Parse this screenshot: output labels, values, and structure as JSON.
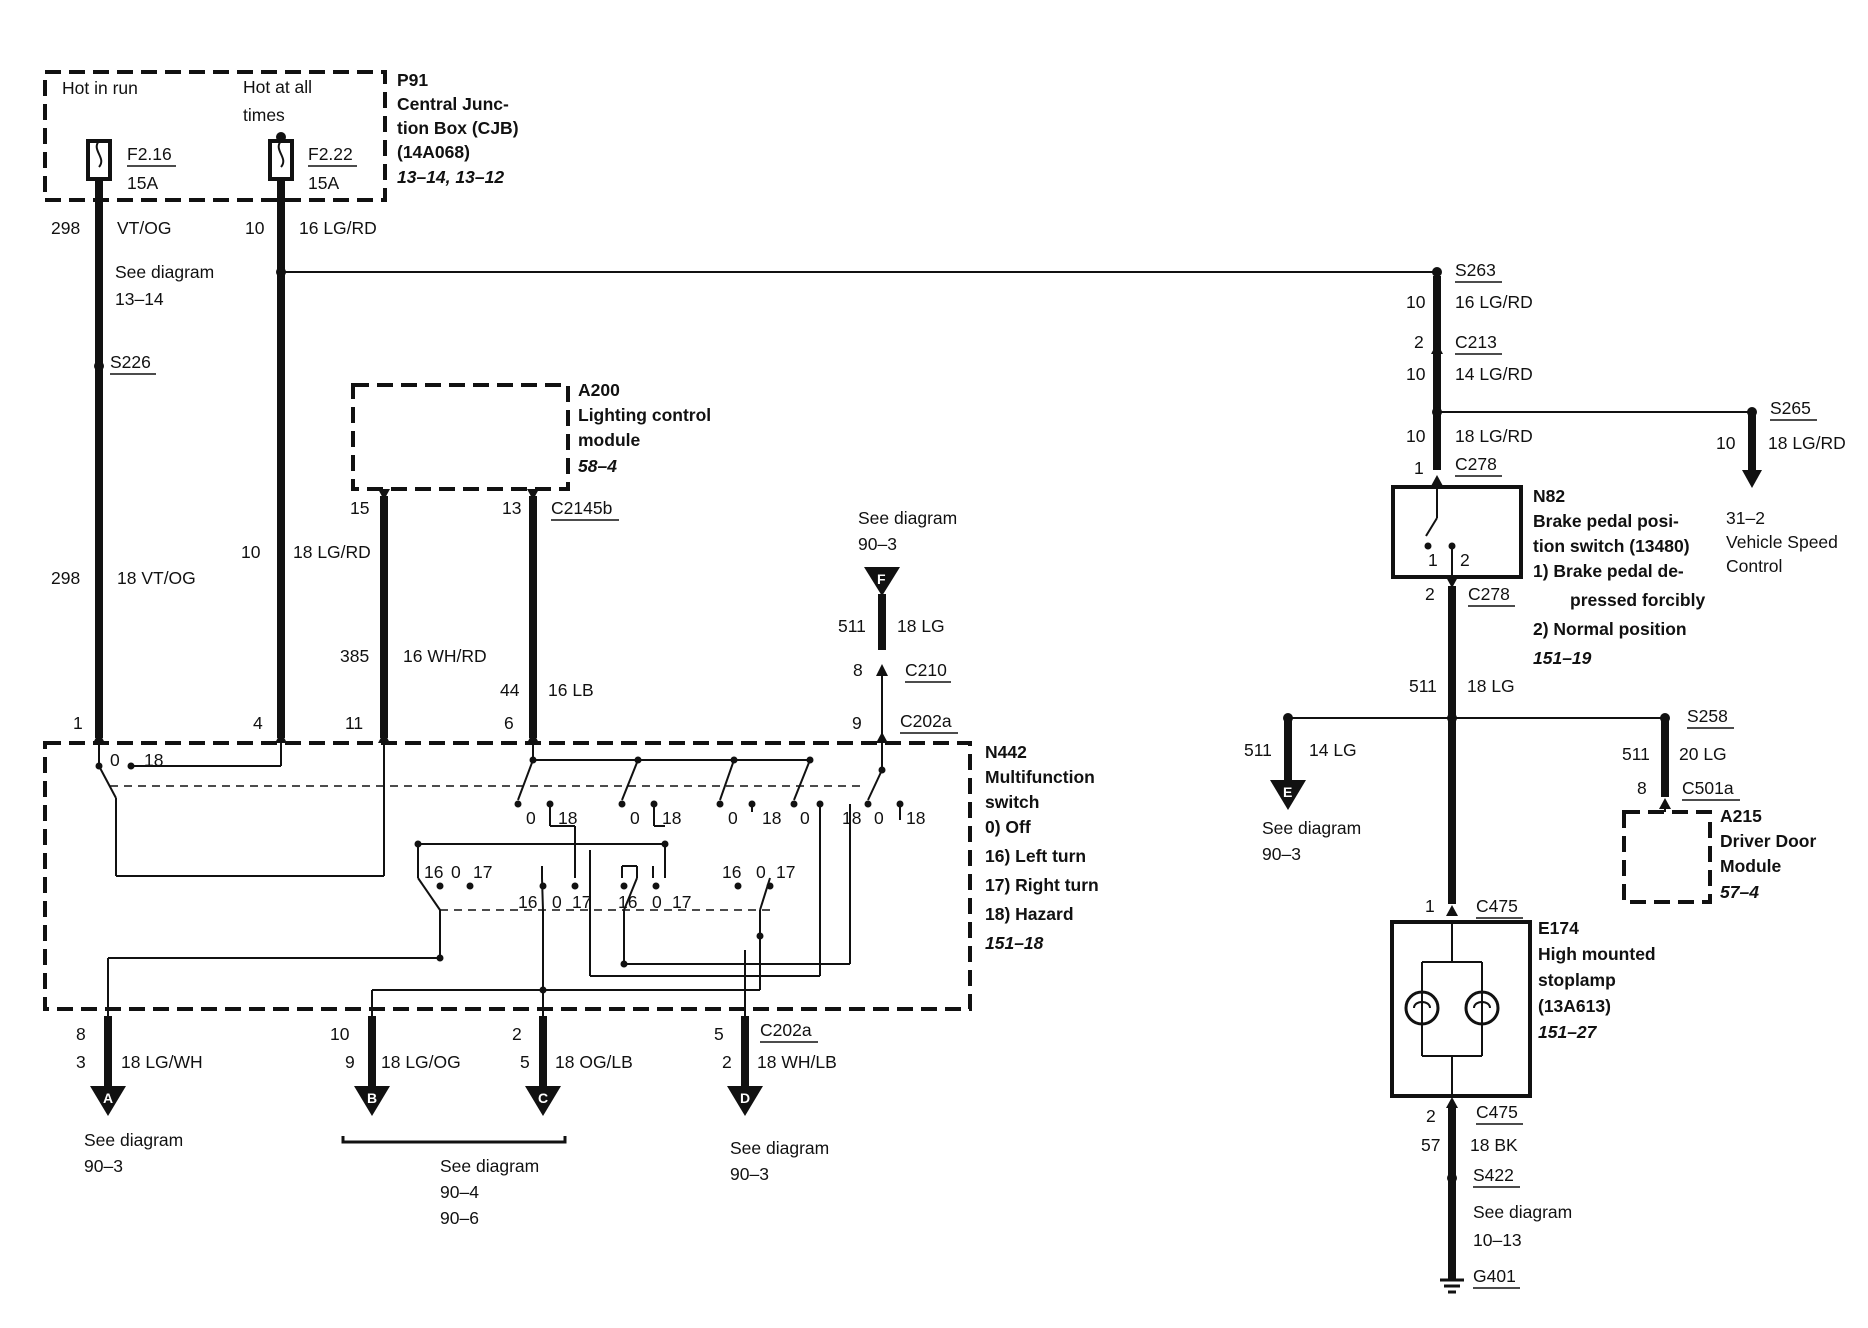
{
  "fuse_box": {
    "hot_in_run": "Hot in run",
    "hot_at_all_1": "Hot at all",
    "hot_at_all_2": "times",
    "fuse1_name": "F2.16",
    "fuse1_rating": "15A",
    "fuse2_name": "F2.22",
    "fuse2_rating": "15A",
    "id": "P91",
    "name_1": "Central Junc-",
    "name_2": "tion Box (CJB)",
    "part": "(14A068)",
    "ref": "13–14, 13–12"
  },
  "left_wires": {
    "c298": "298",
    "vt_og": "VT/OG",
    "c10": "10",
    "lg_rd16": "16 LG/RD",
    "see1": "See diagram",
    "see1_ref": "13–14",
    "s226": "S226",
    "c298b": "298",
    "vt_og18": "18 VT/OG",
    "c10b": "10",
    "lg_rd18": "18 LG/RD"
  },
  "a200": {
    "id": "A200",
    "name_1": "Lighting control",
    "name_2": "module",
    "ref": "58–4",
    "pin15": "15",
    "pin13": "13",
    "conn": "C2145b",
    "c385": "385",
    "wh_rd": "16 WH/RD",
    "c44": "44",
    "lb": "16 LB"
  },
  "f_conn": {
    "see": "See diagram",
    "ref": "90–3",
    "letter": "F",
    "c511": "511",
    "lg": "18 LG",
    "pin8": "8",
    "c210": "C210"
  },
  "n442": {
    "pin1": "1",
    "pin4": "4",
    "pin11": "11",
    "pin6": "6",
    "pin9": "9",
    "conn": "C202a",
    "id": "N442",
    "name_1": "Multifunction",
    "name_2": "switch",
    "legend_0": "0)   Off",
    "legend_16": "16)  Left turn",
    "legend_17": "17)  Right turn",
    "legend_18": "18)  Hazard",
    "ref": "151–18",
    "lbl_0": "0",
    "lbl_16": "16",
    "lbl_17": "17",
    "lbl_18": "18"
  },
  "bottom": {
    "a_pin8": "8",
    "a_pin3": "3",
    "a_wire": "18 LG/WH",
    "a_letter": "A",
    "a_see": "See diagram",
    "a_ref": "90–3",
    "b_pin10": "10",
    "b_pin9": "9",
    "b_wire": "18 LG/OG",
    "b_letter": "B",
    "c_pin2": "2",
    "c_pin5": "5",
    "c_wire": "18 OG/LB",
    "c_letter": "C",
    "bc_see": "See diagram",
    "bc_ref1": "90–4",
    "bc_ref2": "90–6",
    "d_pin5": "5",
    "d_conn": "C202a",
    "d_pin2": "2",
    "d_wire": "18 WH/LB",
    "d_letter": "D",
    "d_see": "See diagram",
    "d_ref": "90–3"
  },
  "right": {
    "s263": "S263",
    "c10a": "10",
    "lg_rd16": "16 LG/RD",
    "pin2": "2",
    "c213": "C213",
    "c10b": "10",
    "lg_rd14": "14 LG/RD",
    "s265": "S265",
    "c10c": "10",
    "lg_rd18a": "18 LG/RD",
    "c10d": "10",
    "lg_rd18b": "18 LG/RD",
    "vsc_ref": "31–2",
    "vsc_1": "Vehicle Speed",
    "vsc_2": "Control",
    "pin1": "1",
    "c278": "C278",
    "n82_id": "N82",
    "n82_1": "Brake pedal posi-",
    "n82_2": "tion switch (13480)",
    "n82_l1a": "1)   Brake pedal de-",
    "n82_l1b": "pressed forcibly",
    "n82_l2": "2)   Normal position",
    "n82_ref": "151–19",
    "sw1": "1",
    "sw2": "2",
    "pin2b": "2",
    "c278b": "C278",
    "c511": "511",
    "lg18": "18 LG",
    "e_c511": "511",
    "e_lg14": "14 LG",
    "e_letter": "E",
    "e_see": "See diagram",
    "e_ref": "90–3",
    "s258": "S258",
    "a215_c511": "511",
    "a215_lg20": "20 LG",
    "a215_pin8": "8",
    "c501a": "C501a",
    "a215_id": "A215",
    "a215_1": "Driver Door",
    "a215_2": "Module",
    "a215_ref": "57–4",
    "e174_pin1": "1",
    "c475": "C475",
    "e174_id": "E174",
    "e174_1": "High mounted",
    "e174_2": "stoplamp",
    "e174_part": "(13A613)",
    "e174_ref": "151–27",
    "e174_pin2": "2",
    "c475b": "C475",
    "c57": "57",
    "bk18": "18 BK",
    "s422": "S422",
    "see": "See diagram",
    "see_ref": "10–13",
    "g401": "G401"
  }
}
